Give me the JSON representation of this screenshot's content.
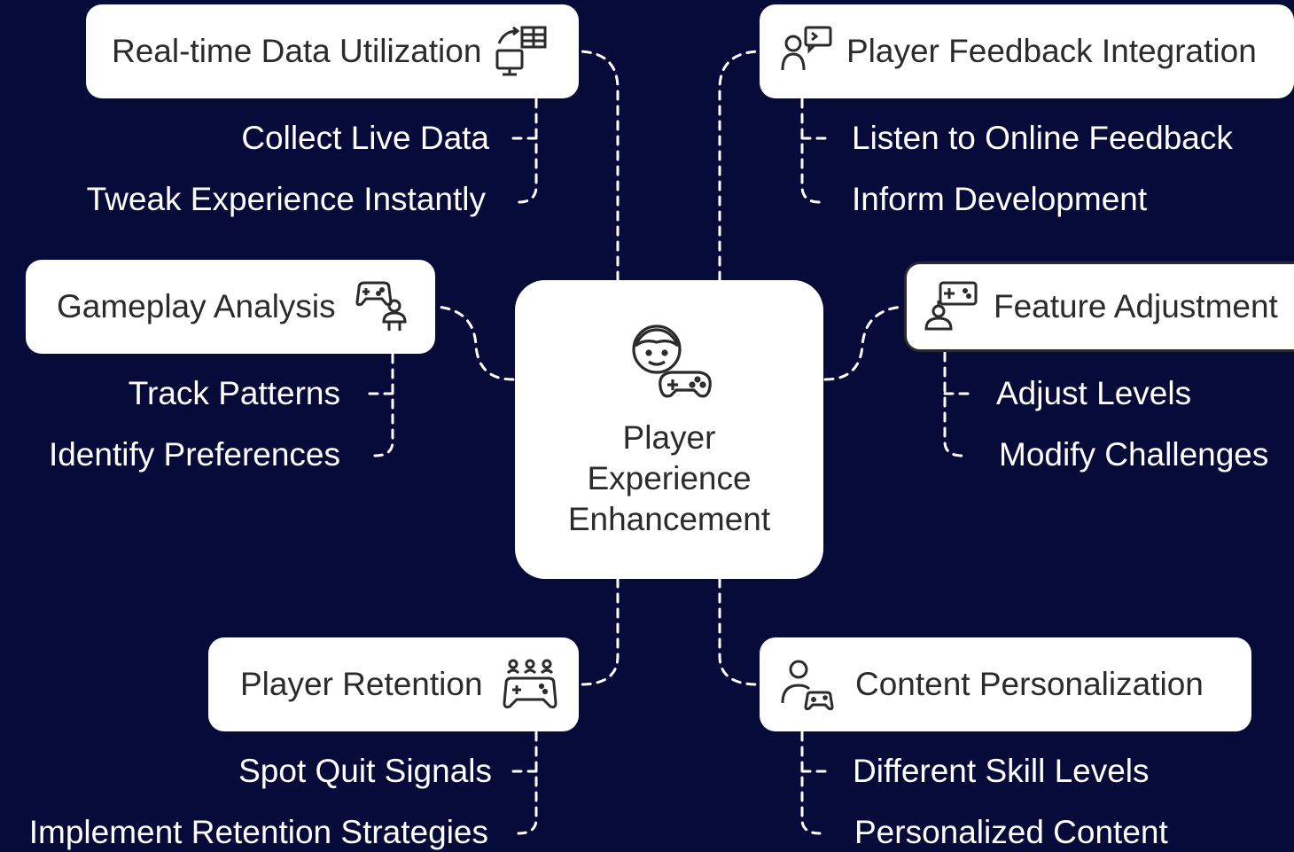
{
  "center": {
    "label_lines": [
      "Player",
      "Experience",
      "Enhancement"
    ],
    "icon": "player-gamepad-icon"
  },
  "branches": {
    "realtime": {
      "title": "Real-time Data Utilization",
      "icon": "realtime-data-icon",
      "items": [
        "Collect Live Data",
        "Tweak Experience Instantly"
      ]
    },
    "gameplay": {
      "title": "Gameplay Analysis",
      "icon": "gameplay-analysis-icon",
      "items": [
        "Track Patterns",
        "Identify Preferences"
      ]
    },
    "retention": {
      "title": "Player Retention",
      "icon": "player-retention-icon",
      "items": [
        "Spot Quit Signals",
        "Implement Retention Strategies"
      ]
    },
    "feedback": {
      "title": "Player Feedback Integration",
      "icon": "player-feedback-icon",
      "items": [
        "Listen to Online Feedback",
        "Inform Development"
      ]
    },
    "feature": {
      "title": "Feature Adjustment",
      "icon": "feature-adjustment-icon",
      "items": [
        "Adjust Levels",
        "Modify Challenges"
      ]
    },
    "content": {
      "title": "Content Personalization",
      "icon": "content-personalization-icon",
      "items": [
        "Different Skill Levels",
        "Personalized Content"
      ]
    }
  },
  "colors": {
    "background": "#070b3a",
    "box": "#ffffff",
    "box_text": "#2b2b2b",
    "sub_text": "#ffffff",
    "connector": "#ffffff"
  }
}
